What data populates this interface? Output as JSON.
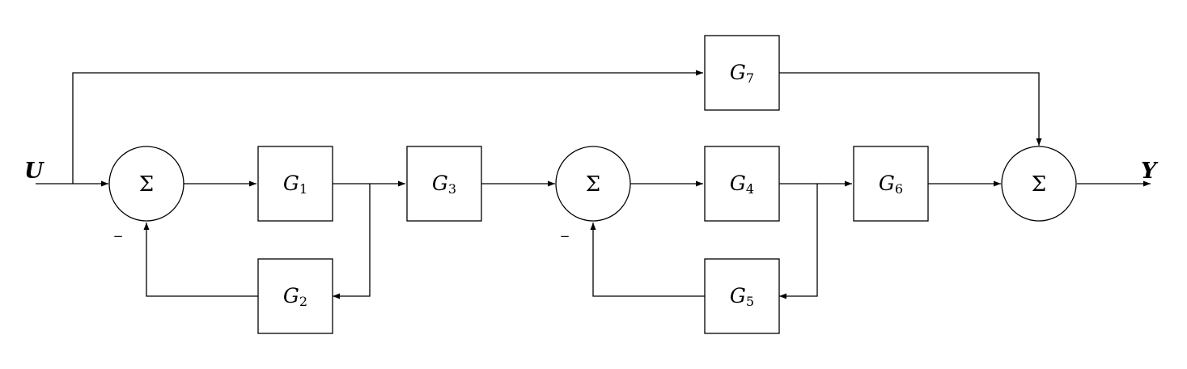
{
  "signals": {
    "input": "U",
    "output": "Y"
  },
  "blocks": {
    "g1": {
      "name": "G",
      "sub": "1"
    },
    "g2": {
      "name": "G",
      "sub": "2"
    },
    "g3": {
      "name": "G",
      "sub": "3"
    },
    "g4": {
      "name": "G",
      "sub": "4"
    },
    "g5": {
      "name": "G",
      "sub": "5"
    },
    "g6": {
      "name": "G",
      "sub": "6"
    },
    "g7": {
      "name": "G",
      "sub": "7"
    }
  },
  "junctions": {
    "sum1": {
      "symbol": "Σ",
      "feedback_sign": "−"
    },
    "sum2": {
      "symbol": "Σ",
      "feedback_sign": "−"
    },
    "sum3": {
      "symbol": "Σ"
    }
  }
}
